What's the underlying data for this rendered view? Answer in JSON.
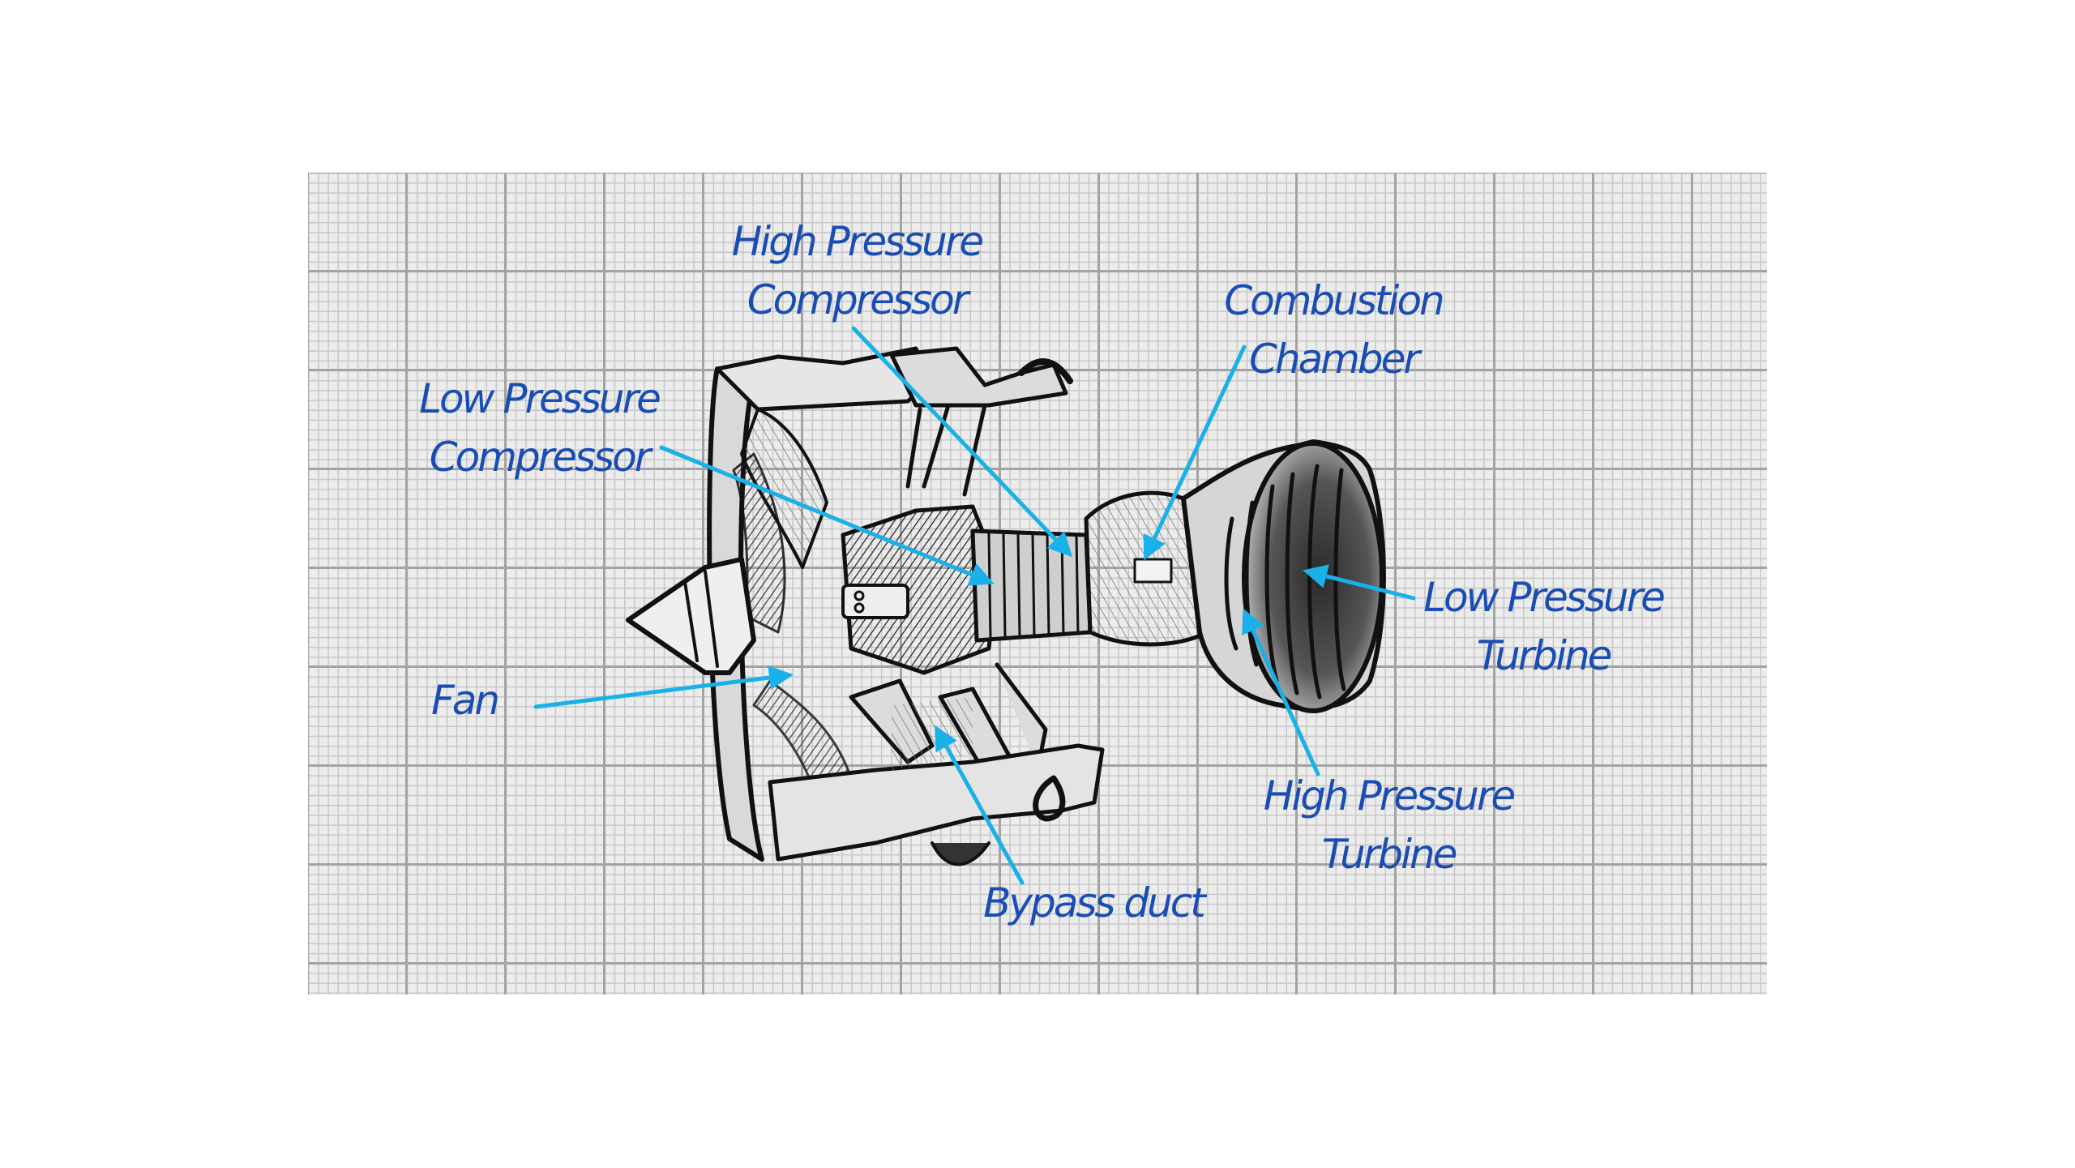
{
  "diagram": {
    "subject": "Turbofan jet engine cutaway sketch on graph paper",
    "colors": {
      "label_text": "#1a4db3",
      "arrow": "#1ab0e8",
      "grid_background": "#ececec",
      "grid_minor": "#c6c6c6",
      "grid_major": "#a3a3a3",
      "sketch_ink": "#111111"
    },
    "labels": [
      {
        "id": "hpc",
        "lines": [
          "High Pressure",
          "Compressor"
        ]
      },
      {
        "id": "cc",
        "lines": [
          "Combustion",
          "Chamber"
        ]
      },
      {
        "id": "lpc",
        "lines": [
          "Low Pressure",
          "Compressor"
        ]
      },
      {
        "id": "lpt",
        "lines": [
          "Low Pressure",
          "Turbine"
        ]
      },
      {
        "id": "fan",
        "lines": [
          "Fan"
        ]
      },
      {
        "id": "hpt",
        "lines": [
          "High Pressure",
          "Turbine"
        ]
      },
      {
        "id": "bypass",
        "lines": [
          "Bypass duct"
        ]
      }
    ]
  }
}
